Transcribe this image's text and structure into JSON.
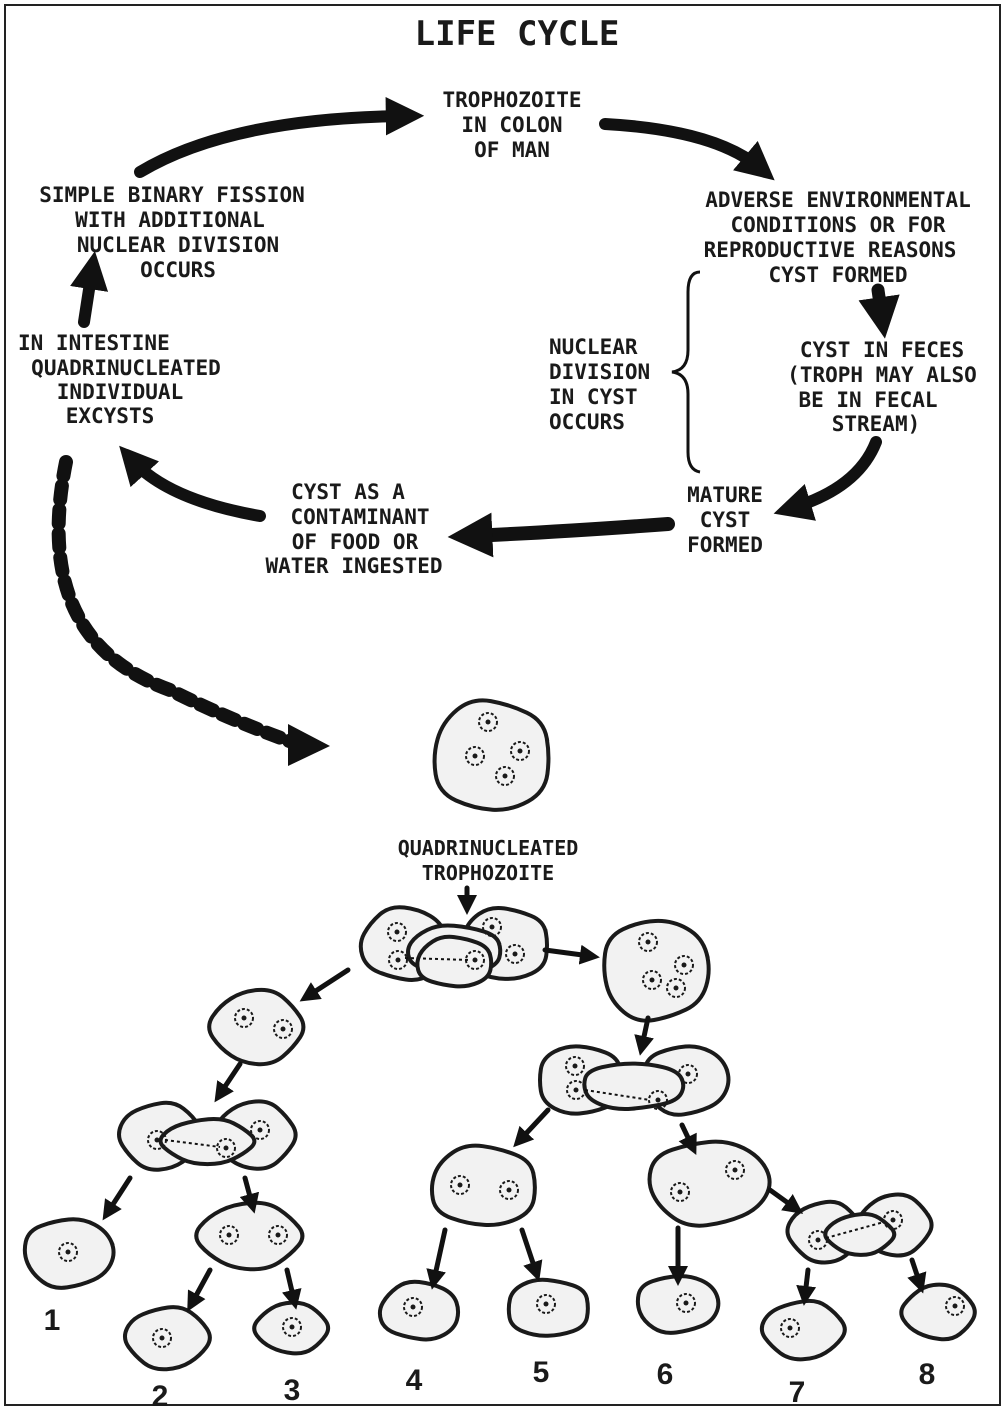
{
  "title": "LIFE CYCLE",
  "cycle_nodes": {
    "trophozoite": [
      "TROPHOZOITE",
      "IN COLON",
      "OF MAN"
    ],
    "adverse": [
      "ADVERSE ENVIRONMENTAL",
      "CONDITIONS OR FOR",
      "REPRODUCTIVE REASONS",
      "CYST FORMED"
    ],
    "cyst_feces": [
      "CYST IN FECES",
      "(TROPH MAY ALSO",
      "BE IN FECAL",
      "STREAM)"
    ],
    "nuclear_division": [
      "NUCLEAR",
      "DIVISION",
      "IN CYST",
      "OCCURS"
    ],
    "mature_cyst": [
      "MATURE",
      "CYST",
      "FORMED"
    ],
    "contaminant": [
      "CYST AS A",
      "CONTAMINANT",
      "OF FOOD OR",
      "WATER INGESTED"
    ],
    "excysts": [
      "IN INTESTINE",
      "QUADRINUCLEATED",
      "INDIVIDUAL",
      "EXCYSTS"
    ],
    "binary_fission": [
      "SIMPLE BINARY FISSION",
      "WITH ADDITIONAL",
      "NUCLEAR DIVISION",
      "OCCURS"
    ]
  },
  "division_label": [
    "QUADRINUCLEATED",
    "TROPHOZOITE"
  ],
  "offspring_numbers": [
    "1",
    "2",
    "3",
    "4",
    "5",
    "6",
    "7",
    "8"
  ]
}
